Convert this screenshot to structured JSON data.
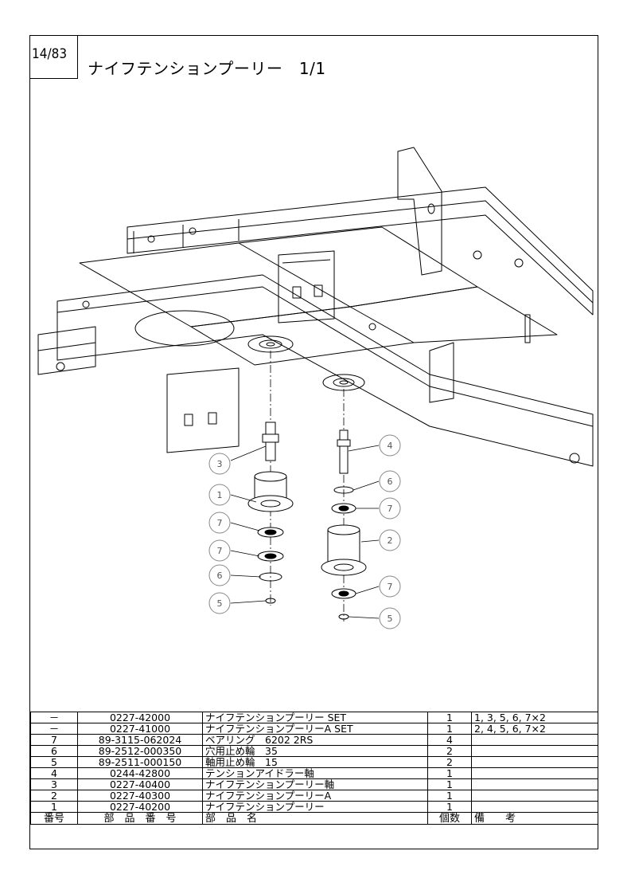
{
  "header": {
    "page_number": "14/83",
    "title": "ナイフテンションプーリー　1/1"
  },
  "callouts": [
    "1",
    "2",
    "3",
    "4",
    "5",
    "5",
    "6",
    "6",
    "7",
    "7",
    "7",
    "7"
  ],
  "table": {
    "headers": {
      "no": "番号",
      "part_no": "部　品　番　号",
      "name": "部　品　名",
      "qty": "個数",
      "remarks": "備　　考"
    },
    "rows": [
      {
        "no": "－",
        "part_no": "0227-42000",
        "name": "ナイフテンションプーリー SET",
        "qty": "1",
        "remarks": "1, 3, 5, 6, 7×2"
      },
      {
        "no": "－",
        "part_no": "0227-41000",
        "name": "ナイフテンションプーリーA SET",
        "qty": "1",
        "remarks": "2, 4, 5, 6, 7×2"
      },
      {
        "no": "7",
        "part_no": "89-3115-062024",
        "name": "ベアリング　6202 2RS",
        "qty": "4",
        "remarks": ""
      },
      {
        "no": "6",
        "part_no": "89-2512-000350",
        "name": "穴用止め輪　35",
        "qty": "2",
        "remarks": ""
      },
      {
        "no": "5",
        "part_no": "89-2511-000150",
        "name": "軸用止め輪　15",
        "qty": "2",
        "remarks": ""
      },
      {
        "no": "4",
        "part_no": "0244-42800",
        "name": "テンションアイドラー軸",
        "qty": "1",
        "remarks": ""
      },
      {
        "no": "3",
        "part_no": "0227-40400",
        "name": "ナイフテンションプーリー軸",
        "qty": "1",
        "remarks": ""
      },
      {
        "no": "2",
        "part_no": "0227-40300",
        "name": "ナイフテンションプーリーA",
        "qty": "1",
        "remarks": ""
      },
      {
        "no": "1",
        "part_no": "0227-40200",
        "name": "ナイフテンションプーリー",
        "qty": "1",
        "remarks": ""
      }
    ]
  }
}
